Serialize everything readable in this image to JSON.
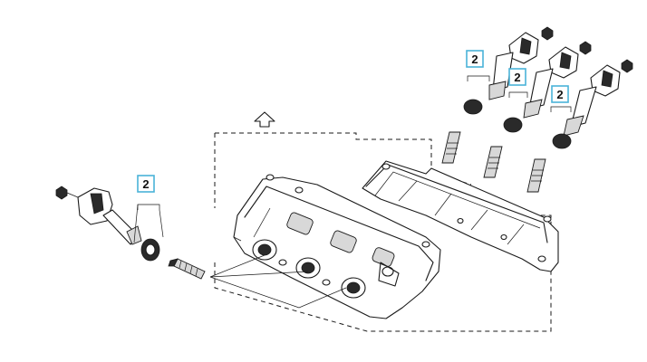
{
  "diagram": {
    "callouts": [
      {
        "id": "callout-left-coil",
        "label": "2"
      },
      {
        "id": "callout-rear-coil-1",
        "label": "2"
      },
      {
        "id": "callout-rear-coil-2",
        "label": "2"
      },
      {
        "id": "callout-rear-coil-3",
        "label": "2"
      }
    ],
    "colors": {
      "callout_border": "#4ab3d8",
      "line": "#1a1a1a",
      "background": "#ffffff"
    },
    "icons": {
      "direction_arrow": "up-arrow-icon"
    }
  }
}
